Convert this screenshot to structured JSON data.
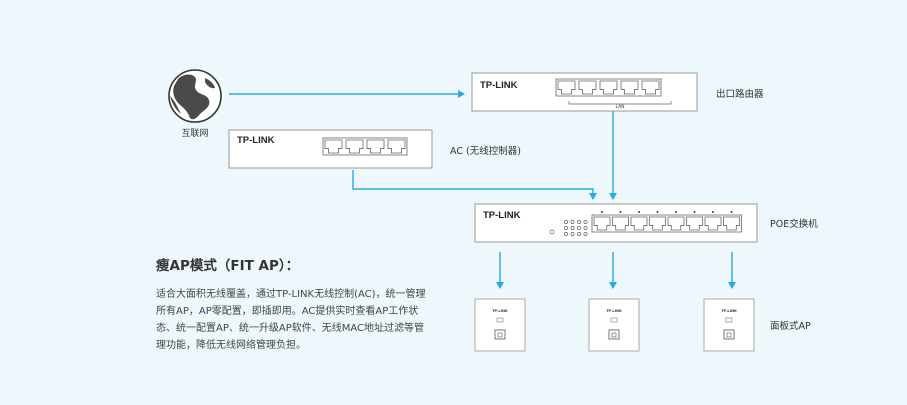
{
  "nodes": {
    "internet": {
      "label": "互联网"
    },
    "router": {
      "brand": "TP-LINK",
      "label": "出口路由器",
      "port_group_label": "LAN"
    },
    "ac": {
      "brand": "TP-LINK",
      "label": "AC (无线控制器)"
    },
    "poe": {
      "brand": "TP-LINK",
      "label": "POE交换机"
    },
    "ap1": {
      "brand": "TP-LINK"
    },
    "ap2": {
      "brand": "TP-LINK"
    },
    "ap3": {
      "brand": "TP-LINK"
    },
    "panel_ap": {
      "label": "面板式AP"
    }
  },
  "text": {
    "title": "瘦AP模式（FIT AP）：",
    "description": "适合大面积无线覆盖，通过TP-LINK无线控制(AC)，统一管理所有AP，AP零配置，即插即用。AC提供实时查看AP工作状态、统一配置AP、统一升级AP软件、无线MAC地址过滤等管理功能，降低无线网络管理负担。"
  },
  "colors": {
    "arrow": "#29abe2",
    "background": "#eef7fc",
    "device_border": "#9a9a9a"
  }
}
